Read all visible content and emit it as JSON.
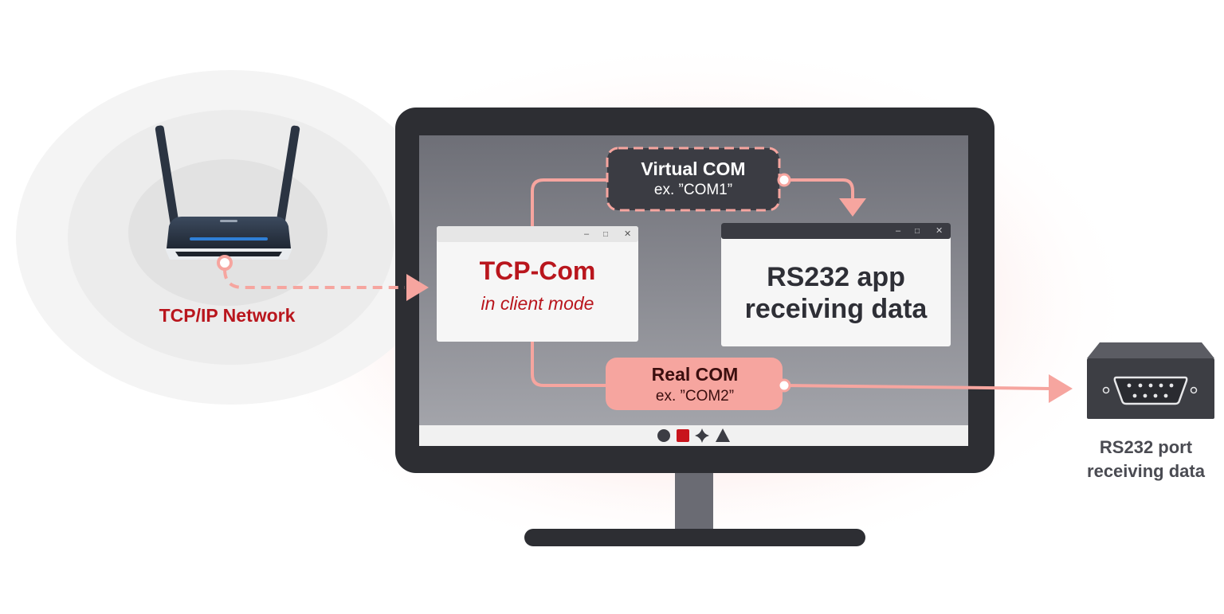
{
  "network": {
    "label": "TCP/IP Network"
  },
  "tcp_window": {
    "title": "TCP-Com",
    "subtitle": "in client mode"
  },
  "virtual_com": {
    "title": "Virtual COM",
    "example": "ex. ”COM1”"
  },
  "real_com": {
    "title": "Real COM",
    "example": "ex. ”COM2”"
  },
  "app_window": {
    "line1": "RS232 app",
    "line2": "receiving data"
  },
  "port": {
    "line1": "RS232 port",
    "line2": "receiving data"
  },
  "window_controls": [
    "–",
    "□",
    "✕"
  ],
  "taskbar": {
    "icons": [
      "circle-icon",
      "square-icon",
      "sparkle-icon",
      "triangle-icon"
    ]
  },
  "colors": {
    "accent_red": "#b9161d",
    "salmon": "#f6a59f",
    "monitor": "#2d2e33",
    "screen_top": "#6e6f77",
    "screen_bottom": "#a3a4aa",
    "window_bg": "#f6f6f6"
  }
}
